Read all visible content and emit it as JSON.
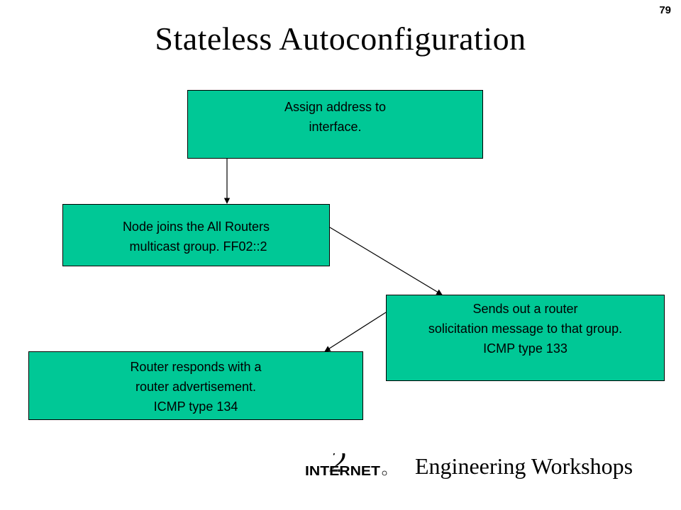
{
  "slide": {
    "page_number": "79",
    "title": "Stateless Autoconfiguration",
    "box_color": "#00C896",
    "boxes": [
      {
        "lines": [
          "Assign address to",
          "interface."
        ]
      },
      {
        "lines": [
          "Node joins the All Routers",
          "multicast group. FF02::2"
        ]
      },
      {
        "lines": [
          "Sends out a router",
          "solicitation message to that group.",
          "ICMP type 133"
        ]
      },
      {
        "lines": [
          "Router responds with a",
          "router advertisement.",
          "ICMP type 134"
        ]
      }
    ],
    "footer": {
      "logo_text": "INTERNET",
      "logo_numeral": "2",
      "text": "Engineering Workshops"
    }
  }
}
